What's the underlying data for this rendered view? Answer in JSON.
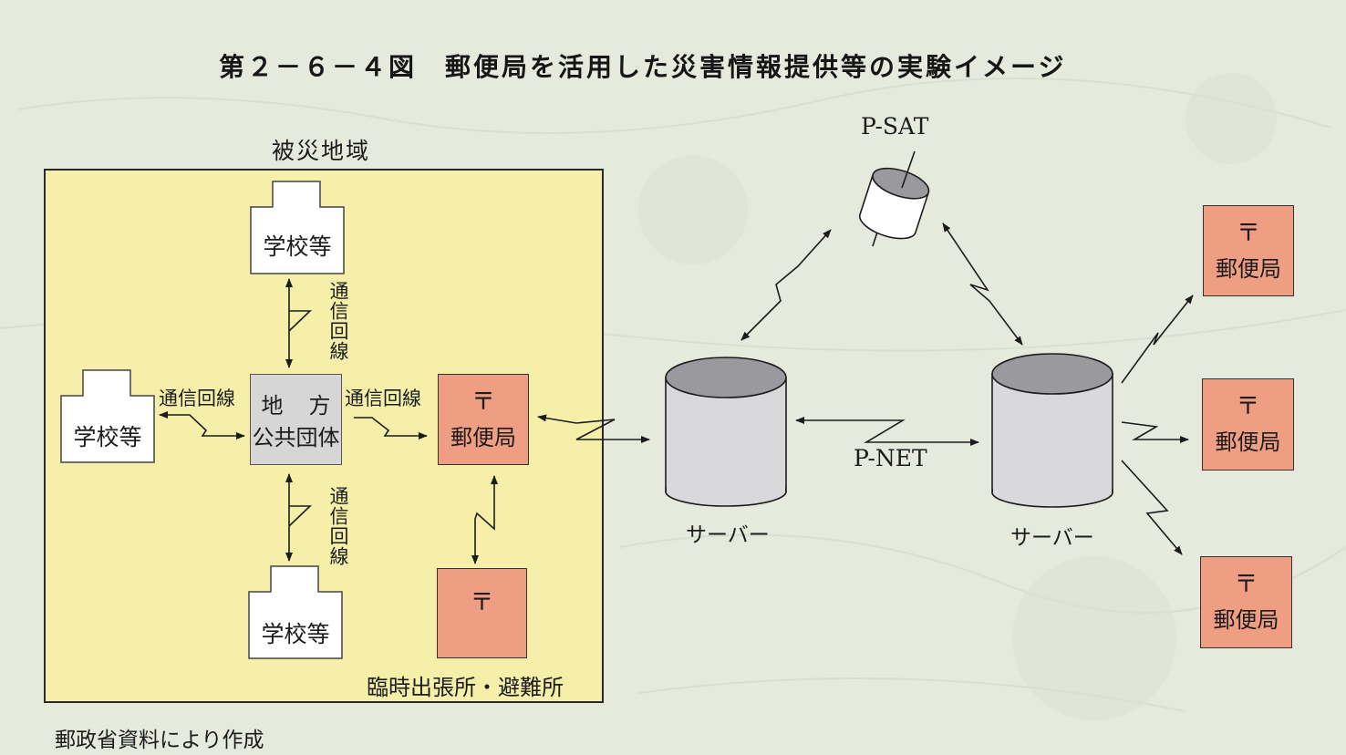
{
  "title": "第２－６－４図　郵便局を活用した災害情報提供等の実験イメージ",
  "region_label": "被災地域",
  "school_label": "学校等",
  "comm_line_label": "通信回線",
  "local_gov": {
    "line1": "地方",
    "line2": "公共団体"
  },
  "post_office": {
    "mark": "〒",
    "label": "郵便局"
  },
  "temp_office_label": "臨時出張所・避難所",
  "satellite_label": "P-SAT",
  "network_label": "P-NET",
  "server_label": "サーバー",
  "source": "郵政省資料により作成",
  "colors": {
    "background": "#e5eadc",
    "region_fill": "#f6efaa",
    "post_office_fill": "#ef9e83",
    "local_gov_fill": "#d6d6d6",
    "server_fill": "#d9d9dc",
    "server_top": "#9a9a9e",
    "line": "#1c1c1c"
  }
}
